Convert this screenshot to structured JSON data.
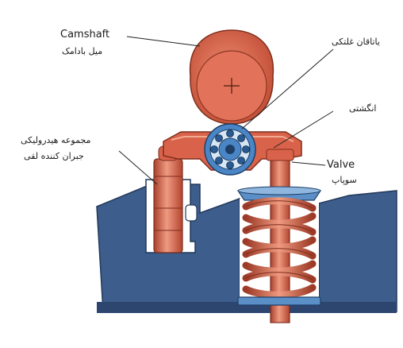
{
  "labels": {
    "camshaft_en": "Camshaft",
    "camshaft_fa": "میل بادامک",
    "bearing_fa": "یاتاقان غلتکی",
    "rocker_fa": "انگشتی",
    "valve_en": "Valve",
    "valve_fa": "سوپاپ",
    "lash_fa_line1": "مجموعه هیدرولیکی",
    "lash_fa_line2": "جبران کننده لقی"
  },
  "colors": {
    "head_block": "#3d5d8c",
    "head_block_dark": "#2c4670",
    "copper": "#d9634a",
    "copper_dark": "#a8402c",
    "copper_light": "#ef9a82",
    "spring_seat": "#5b8fc7",
    "bearing_blue": "#4a86c6",
    "leader_line": "#222222"
  }
}
